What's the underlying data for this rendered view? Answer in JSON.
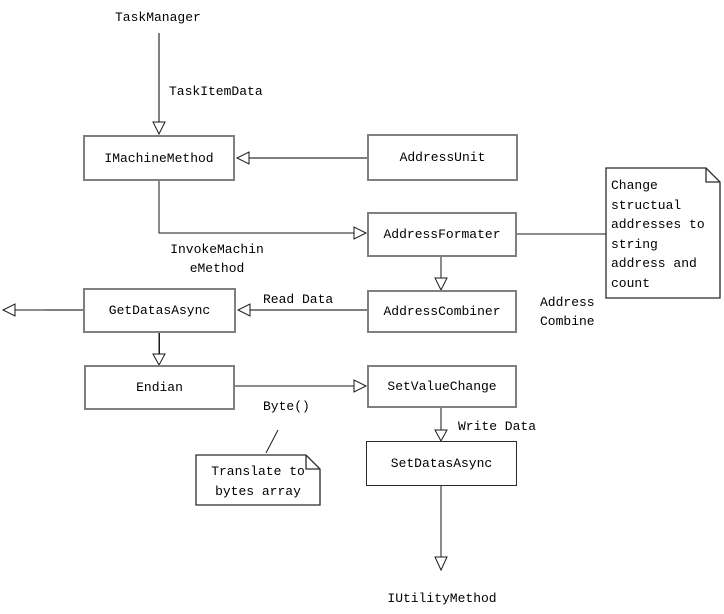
{
  "diagram": {
    "title_hint": "machine method data flow diagram",
    "colors": {
      "background": "#ffffff",
      "connector_gray": "#808080",
      "connector_black": "#1a1a1a",
      "node_border_gray": "#7f7f7f",
      "node_border_black": "#2b2b2b",
      "text": "#000000"
    },
    "nodes": [
      {
        "id": "imachinemethod",
        "label": "IMachineMethod"
      },
      {
        "id": "addressunit",
        "label": "AddressUnit"
      },
      {
        "id": "addressformater",
        "label": "AddressFormater"
      },
      {
        "id": "addresscombiner",
        "label": "AddressCombiner"
      },
      {
        "id": "getdatasasync",
        "label": "GetDatasAsync"
      },
      {
        "id": "endian",
        "label": "Endian"
      },
      {
        "id": "setvaluechange",
        "label": "SetValueChange"
      },
      {
        "id": "setdatasasync",
        "label": "SetDatasAsync"
      }
    ],
    "labels": {
      "task_manager": "TaskManager",
      "task_item_data": "TaskItemData",
      "invoke_machine_method": "InvokeMachin\neMethod",
      "read_data": "Read Data",
      "address_combine": "Address\nCombine",
      "byte_fn": "Byte()",
      "write_data": "Write Data",
      "iutility_method": "IUtilityMethod"
    },
    "notes": [
      {
        "id": "note-change-structural",
        "text": "Change\nstructual\naddresses to\nstring\naddress and\ncount"
      },
      {
        "id": "note-translate-bytes",
        "text": "Translate to\nbytes array"
      }
    ]
  }
}
